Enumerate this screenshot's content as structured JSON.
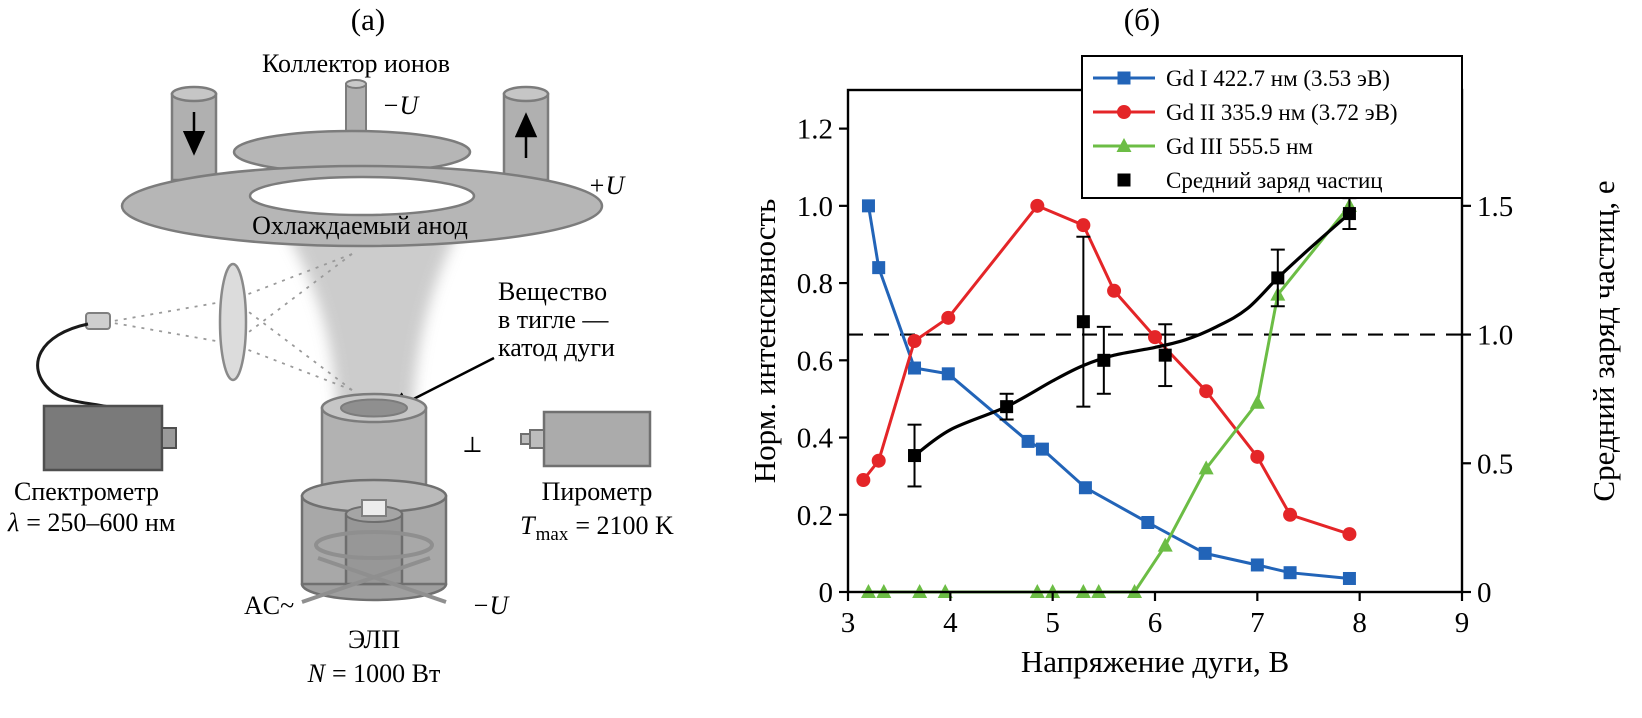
{
  "figure": {
    "panel_a_label": "(а)",
    "panel_b_label": "(б)"
  },
  "diagram": {
    "ion_collector": "Коллектор ионов",
    "minus_u_top": "−U",
    "cooled_anode": "Охлаждаемый анод",
    "plus_u": "+U",
    "substance_line1": "Вещество",
    "substance_line2": "в тигле —",
    "substance_line3": "катод дуги",
    "spectrometer_name": "Спектрометр",
    "spectrometer_lambda": "λ",
    "spectrometer_range": "= 250–600 нм",
    "pyrometer_name": "Пирометр",
    "pyrometer_T": "T",
    "pyrometer_sub": "max",
    "pyrometer_eq": "= 2100 K",
    "ground": "⊥",
    "ac_label": "AC~",
    "minus_u_bottom": "−U",
    "elp_label": "ЭЛП",
    "power_N": "N",
    "power_eq": "= 1000 Вт"
  },
  "chart_data": {
    "type": "line",
    "title": "",
    "xlabel": "Напряжение дуги, В",
    "ylabel_left": "Норм. интенсивность",
    "ylabel_right": "Средний заряд частиц, e",
    "xlim": [
      3,
      9
    ],
    "ylim_left": [
      0,
      1.3
    ],
    "ylim_right": [
      0,
      1.95
    ],
    "xticks": [
      [
        3,
        "3"
      ],
      [
        4,
        "4"
      ],
      [
        5,
        "5"
      ],
      [
        6,
        "6"
      ],
      [
        7,
        "7"
      ],
      [
        8,
        "8"
      ],
      [
        9,
        "9"
      ]
    ],
    "yticks_left": [
      [
        0,
        "0"
      ],
      [
        0.2,
        "0.2"
      ],
      [
        0.4,
        "0.4"
      ],
      [
        0.6,
        "0.6"
      ],
      [
        0.8,
        "0.8"
      ],
      [
        1.0,
        "1.0"
      ],
      [
        1.2,
        "1.2"
      ]
    ],
    "yticks_right": [
      [
        0,
        "0"
      ],
      [
        0.5,
        "0.5"
      ],
      [
        1.0,
        "1.0"
      ],
      [
        1.5,
        "1.5"
      ]
    ],
    "dashed_hline_right": 1.0,
    "grid": false,
    "legend_position": "inside top-right",
    "series": [
      {
        "key": "gd-i",
        "name": "Gd I 422.7 нм (3.53 эВ)",
        "color": "#2264b8",
        "marker": "square",
        "axis": "left",
        "x": [
          3.2,
          3.3,
          3.65,
          3.98,
          4.76,
          4.9,
          5.32,
          5.93,
          6.49,
          7.0,
          7.32,
          7.9
        ],
        "y": [
          1.0,
          0.84,
          0.58,
          0.565,
          0.39,
          0.37,
          0.27,
          0.18,
          0.1,
          0.07,
          0.05,
          0.035
        ]
      },
      {
        "key": "gd-ii",
        "name": "Gd II 335.9 нм (3.72 эВ)",
        "color": "#e42528",
        "marker": "circle",
        "axis": "left",
        "x": [
          3.15,
          3.3,
          3.65,
          3.98,
          4.85,
          5.3,
          5.6,
          6.0,
          6.5,
          7.0,
          7.32,
          7.9
        ],
        "y": [
          0.29,
          0.34,
          0.65,
          0.71,
          1.0,
          0.95,
          0.78,
          0.66,
          0.52,
          0.35,
          0.2,
          0.15
        ]
      },
      {
        "key": "gd-iii",
        "name": "Gd III 555.5 нм",
        "color": "#6cbd45",
        "marker": "triangle",
        "axis": "left",
        "x": [
          3.2,
          3.35,
          3.7,
          3.95,
          4.85,
          5.0,
          5.3,
          5.45,
          5.8,
          6.1,
          6.5,
          7.0,
          7.2,
          7.9
        ],
        "y": [
          0,
          0,
          0,
          0,
          0,
          0,
          0,
          0,
          0,
          0.12,
          0.32,
          0.49,
          0.77,
          1.0
        ]
      },
      {
        "key": "charge",
        "name": "Средний заряд частиц",
        "color": "#000000",
        "marker": "square",
        "axis": "right",
        "smooth": true,
        "legend_line": false,
        "x": [
          3.65,
          4.55,
          5.3,
          5.5,
          6.1,
          7.2,
          7.9
        ],
        "y": [
          0.53,
          0.72,
          1.05,
          0.9,
          0.92,
          1.22,
          1.47
        ],
        "yerr": [
          0.12,
          0.05,
          0.33,
          0.13,
          0.12,
          0.11,
          0.06
        ],
        "line_x": [
          3.65,
          4.0,
          4.55,
          5.0,
          5.3,
          5.6,
          6.0,
          6.3,
          6.6,
          6.9,
          7.2,
          7.5,
          7.9
        ],
        "line_y": [
          0.53,
          0.63,
          0.72,
          0.82,
          0.88,
          0.92,
          0.95,
          0.98,
          1.03,
          1.1,
          1.22,
          1.33,
          1.47
        ]
      }
    ]
  }
}
